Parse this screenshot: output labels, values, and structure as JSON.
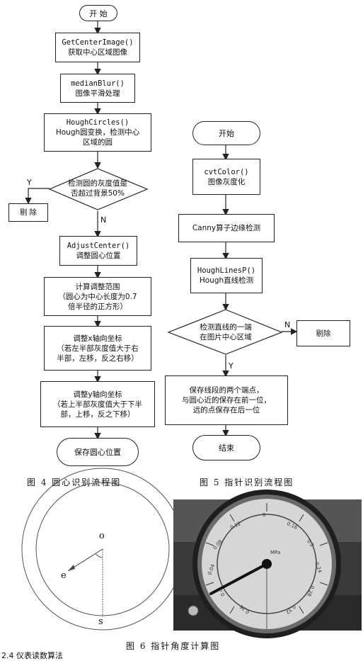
{
  "flow4": {
    "start": "开  始",
    "box1": {
      "l1": "GetCenterImage()",
      "l2": "获取中心区域图像"
    },
    "box2": {
      "l1": "medianBlur()",
      "l2": "图像平滑处理"
    },
    "box3": {
      "l1": "HoughCircles()",
      "l2": "Hough圆变换，检测中心",
      "l3": "区域的圆"
    },
    "decision": {
      "l1": "检测圆的灰度值是",
      "l2": "否超过背景50%"
    },
    "yes": "Y",
    "no": "N",
    "reject": "剔  除",
    "box4": {
      "l1": "AdjustCenter()",
      "l2": "调整圆心位置"
    },
    "box5": {
      "l1": "计算调整范围",
      "l2": "（圆心为中心长度为0.7",
      "l3": "倍半径的正方形）"
    },
    "box6": {
      "l1": "调整x轴向坐标",
      "l2": "（若左半部灰度值大于右",
      "l3": "半部，左移，反之右移）"
    },
    "box7": {
      "l1": "调整y轴向坐标",
      "l2": "（若上半部灰度值大于下半",
      "l3": "部，上移，反之下移）"
    },
    "end": "保存圆心位置",
    "caption": "图 4   圆心识别流程图"
  },
  "flow5": {
    "start": "开始",
    "box1": {
      "l1": "cvtColor()",
      "l2": "图像灰度化"
    },
    "box2": {
      "l1": "Canny算子边缘检测"
    },
    "box3": {
      "l1": "HoughLinesP()",
      "l2": "Hough直线检测"
    },
    "decision": {
      "l1": "检测直线的一端",
      "l2": "在图片中心区域"
    },
    "no": "N",
    "yes": "Y",
    "reject": "剔除",
    "box4": {
      "l1": "保存线段的两个端点，",
      "l2": "与圆心近的保存在前一位，",
      "l3": "远的点保存在后一位"
    },
    "end": "结束",
    "caption": "图 5   指针识别流程图"
  },
  "fig6": {
    "label_o": "o",
    "label_e": "e",
    "label_s": "s",
    "gauge_ticks": [
      "0",
      "0.04",
      "0.08",
      "0.12",
      "0.16",
      "0.2",
      "0.24",
      "0.28",
      "0.32",
      "0.36",
      "0.4"
    ],
    "gauge_unit": "MPa",
    "caption": "图 6   指针角度计算图"
  },
  "footer_text": "2.4 仪表读数算法"
}
